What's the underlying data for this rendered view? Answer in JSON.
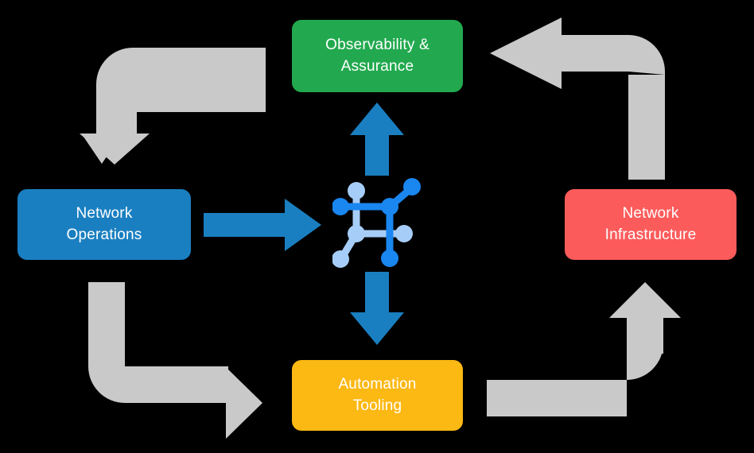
{
  "diagram": {
    "title": "Network automation lifecycle cycle diagram",
    "background_color": "#000000",
    "center_icon": {
      "name": "network-topology-icon",
      "node_color_primary": "#1a86f0",
      "node_color_secondary": "#a6cdf7"
    },
    "nodes": [
      {
        "id": "observability",
        "label": "Observability &\nAssurance",
        "color": "#22a94f",
        "text_color": "#ffffff",
        "position": "top"
      },
      {
        "id": "network-operations",
        "label": "Network\nOperations",
        "color": "#1a7fc1",
        "text_color": "#ffffff",
        "position": "left"
      },
      {
        "id": "network-infrastructure",
        "label": "Network\nInfrastructure",
        "color": "#fc5b5b",
        "text_color": "#ffffff",
        "position": "right"
      },
      {
        "id": "automation-tooling",
        "label": "Automation\nTooling",
        "color": "#fcb813",
        "text_color": "#ffffff",
        "position": "bottom"
      }
    ],
    "arrows": {
      "accent_color": "#1a7fc1",
      "flow_color": "#c9c9c9",
      "blue": [
        {
          "id": "ops-to-center",
          "direction": "right"
        },
        {
          "id": "center-to-observability",
          "direction": "up"
        },
        {
          "id": "center-to-automation",
          "direction": "down"
        }
      ],
      "gray": [
        {
          "id": "observability-to-operations",
          "direction": "down"
        },
        {
          "id": "infrastructure-to-observability",
          "direction": "left"
        },
        {
          "id": "operations-to-automation",
          "direction": "right"
        },
        {
          "id": "automation-to-infrastructure",
          "direction": "up"
        }
      ]
    }
  }
}
